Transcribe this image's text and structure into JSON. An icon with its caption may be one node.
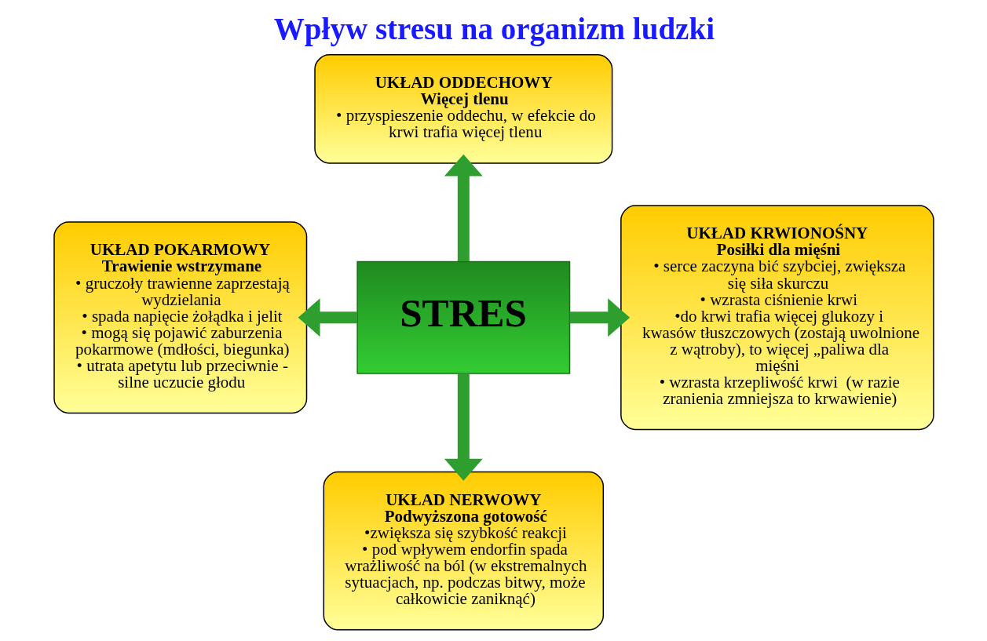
{
  "diagram": {
    "title": "Wpływ stresu na organizm ludzki",
    "nodes": [
      {
        "text": [
          "UKŁAD ODDECHOWY",
          "Więcej tlenu",
          "• przyspieszenie oddechu, w efekcie do krwi trafia więcej tlenu"
        ]
      },
      {
        "text": [
          "UKŁAD POKARMOWY",
          "Trawienie wstrzymane",
          "• gruczoły trawienne zaprzestają wydzielania",
          "• spada napięcie żołądka i jelit",
          "• mogą się pojawić zaburzenia pokarmowe (mdłości, biegunka)",
          "• utrata apetytu lub przeciwnie - silne uczucie głodu"
        ]
      },
      {
        "text": [
          "STRES"
        ]
      },
      {
        "text": [
          "UKŁAD KRWIONOŚNY",
          "Posiłki dla mięśni",
          "• serce zaczyna bić szybciej, zwiększa się siła skurczu",
          "• wzrasta ciśnienie krwi",
          "•do krwi trafia więcej glukozy i kwasów tłuszczowych (zostają uwolnione z wątroby), to więcej „paliwa dla mięśni",
          "• wzrasta krzepliwość krwi  (w razie zranienia zmniejsza to krwawienie)"
        ]
      },
      {
        "text": [
          "UKŁAD NERWOWY",
          "Podwyższona gotowość",
          "•zwiększa się szybkość reakcji",
          "• pod wpływem endorfin spada wrażliwość na ból (w ekstremalnych sytuacjach, np. podczas bitwy, może całkowicie zaniknąć)"
        ]
      }
    ],
    "edges": [
      {
        "from": 2,
        "to": 0,
        "arrow": "to",
        "color": "#2e9e2e"
      },
      {
        "from": 2,
        "to": 1,
        "arrow": "to",
        "color": "#2e9e2e"
      },
      {
        "from": 2,
        "to": 3,
        "arrow": "to",
        "color": "#2e9e2e"
      },
      {
        "from": 2,
        "to": 4,
        "arrow": "to",
        "color": "#2e9e2e"
      }
    ]
  }
}
